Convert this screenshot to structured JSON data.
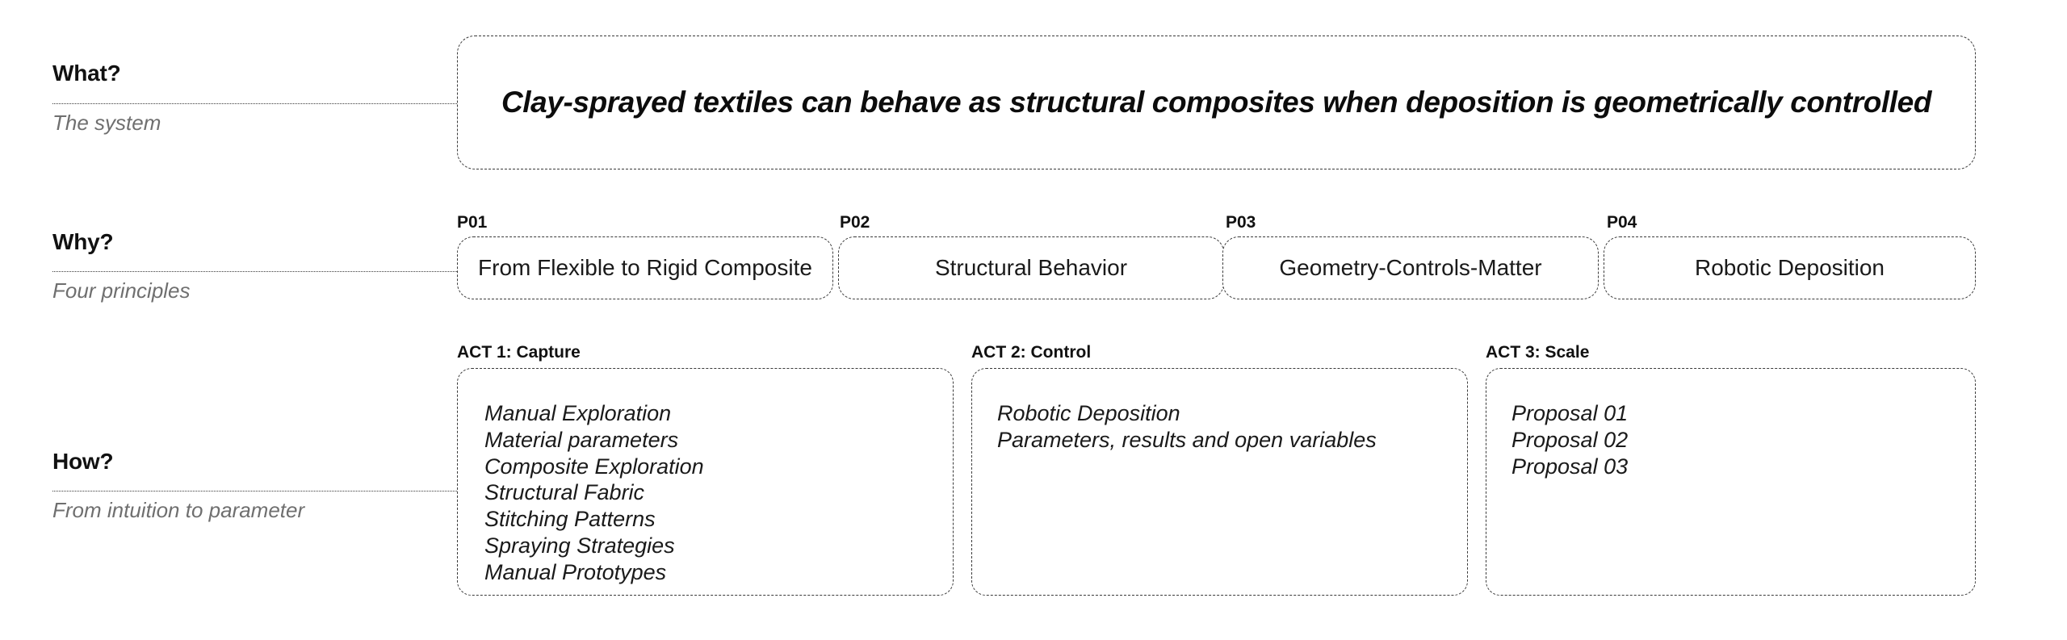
{
  "rows": {
    "what": {
      "title": "What?",
      "subtitle": "The system",
      "headline": "Clay-sprayed textiles can behave as structural composites when deposition is geometrically controlled"
    },
    "why": {
      "title": "Why?",
      "subtitle": "Four principles",
      "principles": [
        {
          "label": "P01",
          "text": "From Flexible to Rigid Composite"
        },
        {
          "label": "P02",
          "text": "Structural Behavior"
        },
        {
          "label": "P03",
          "text": "Geometry-Controls-Matter"
        },
        {
          "label": "P04",
          "text": "Robotic Deposition"
        }
      ]
    },
    "how": {
      "title": "How?",
      "subtitle": "From intuition to parameter",
      "acts": [
        {
          "label": "ACT 1: Capture",
          "items": [
            "Manual Exploration",
            "Material parameters",
            "Composite Exploration",
            "Structural Fabric",
            "Stitching Patterns",
            "Spraying Strategies",
            "Manual Prototypes"
          ]
        },
        {
          "label": "ACT 2: Control",
          "items": [
            "Robotic Deposition",
            "Parameters, results and open variables"
          ]
        },
        {
          "label": "ACT 3: Scale",
          "items": [
            "Proposal 01",
            "Proposal 02",
            "Proposal 03"
          ]
        }
      ]
    }
  },
  "colors": {
    "background": "#ffffff",
    "text": "#111111",
    "subtitle": "#6f6f6f",
    "stroke": "#3a3a3a"
  }
}
